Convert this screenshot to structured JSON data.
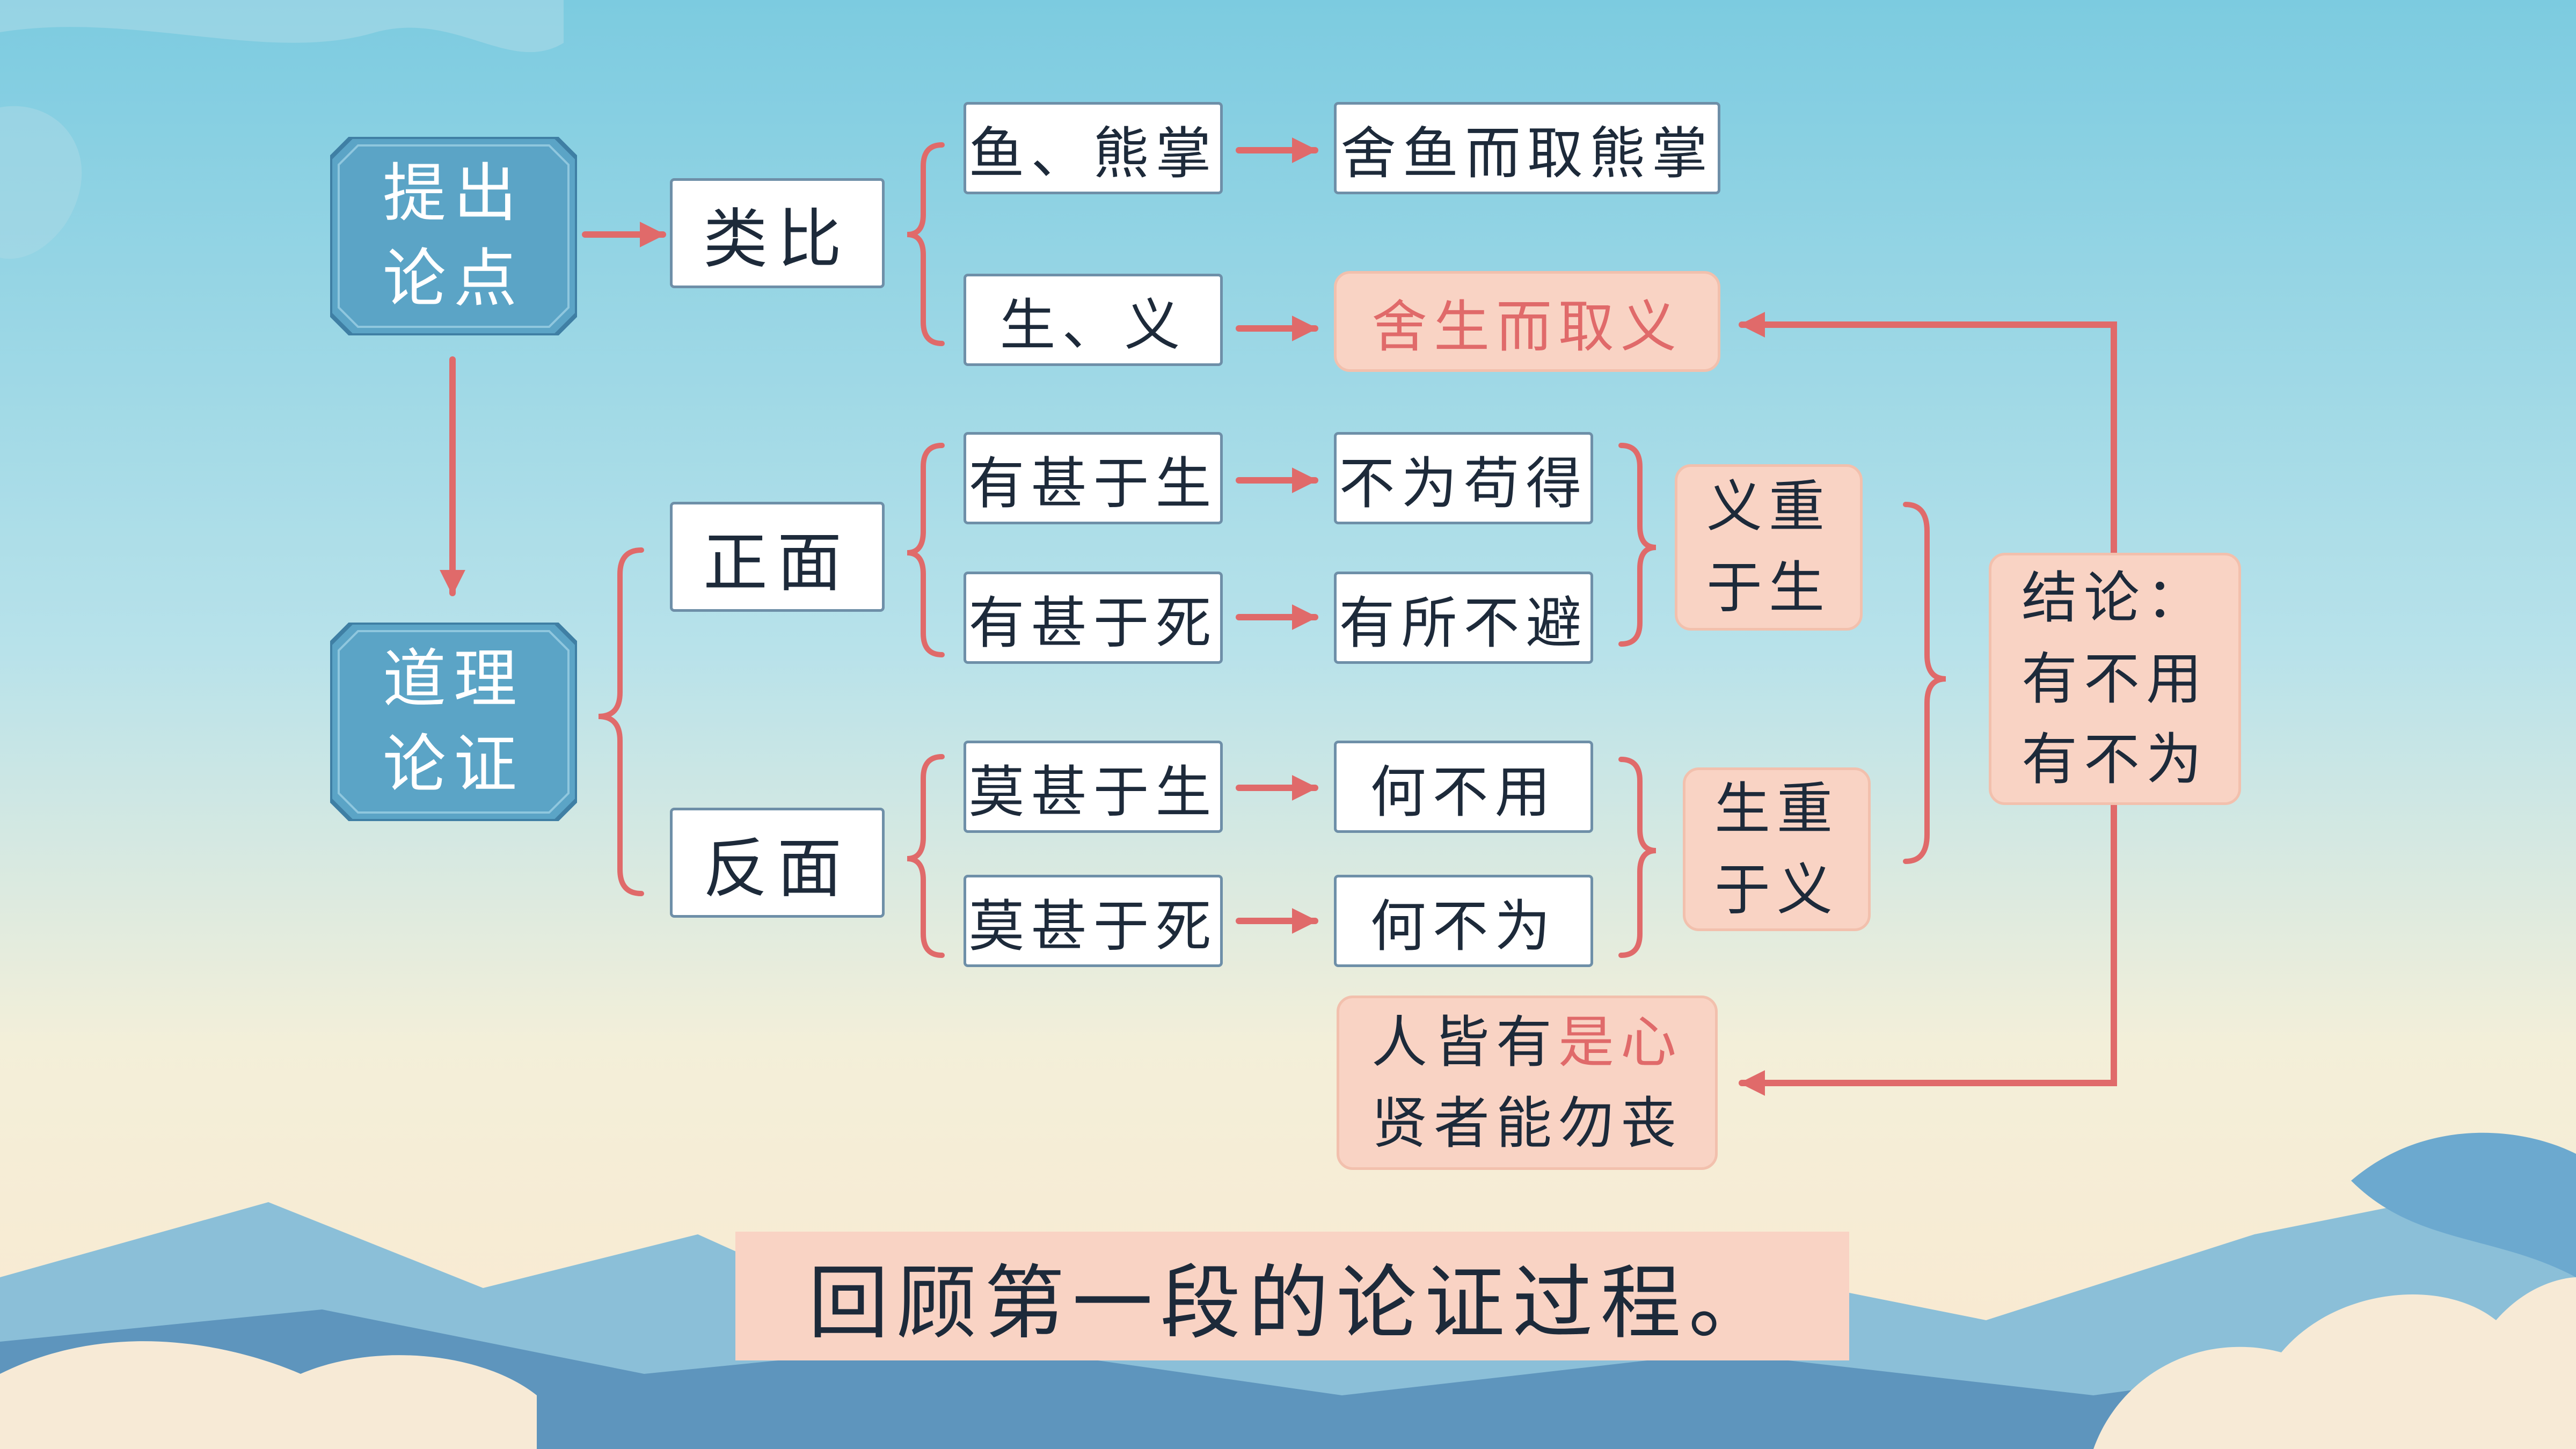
{
  "colors": {
    "accent_red": "#e06a6a",
    "hex_fill": "#5ba4c6",
    "pink_fill": "#f9d3c4",
    "box_border": "#6e8fa8"
  },
  "left": {
    "propose": [
      "提出",
      "论点"
    ],
    "reasoning": [
      "道理",
      "论证"
    ]
  },
  "branches": {
    "analogy": "类比",
    "positive": "正面",
    "negative": "反面"
  },
  "analogy": {
    "fish_bear": "鱼、熊掌",
    "fish_bear_result": "舍鱼而取熊掌",
    "life_righteous": "生、义",
    "life_righteous_result": "舍生而取义"
  },
  "positive": {
    "desire_more_than_life": "有甚于生",
    "not_improper": "不为苟得",
    "hate_more_than_death": "有甚于死",
    "not_avoid": "有所不避"
  },
  "negative": {
    "nothing_more_than_life": "莫甚于生",
    "why_not_use": "何不用",
    "nothing_more_than_death": "莫甚于死",
    "why_not_do": "何不为"
  },
  "summary": {
    "righteous_over_life": [
      "义重",
      "于生"
    ],
    "life_over_righteous": [
      "生重",
      "于义"
    ],
    "conclusion": [
      "结论：",
      "有不用",
      "有不为"
    ],
    "everyone_line1_plain": "人皆有",
    "everyone_line1_accent": "是心",
    "everyone_line2": "贤者能勿丧"
  },
  "footer": {
    "banner": "回顾第一段的论证过程。"
  }
}
